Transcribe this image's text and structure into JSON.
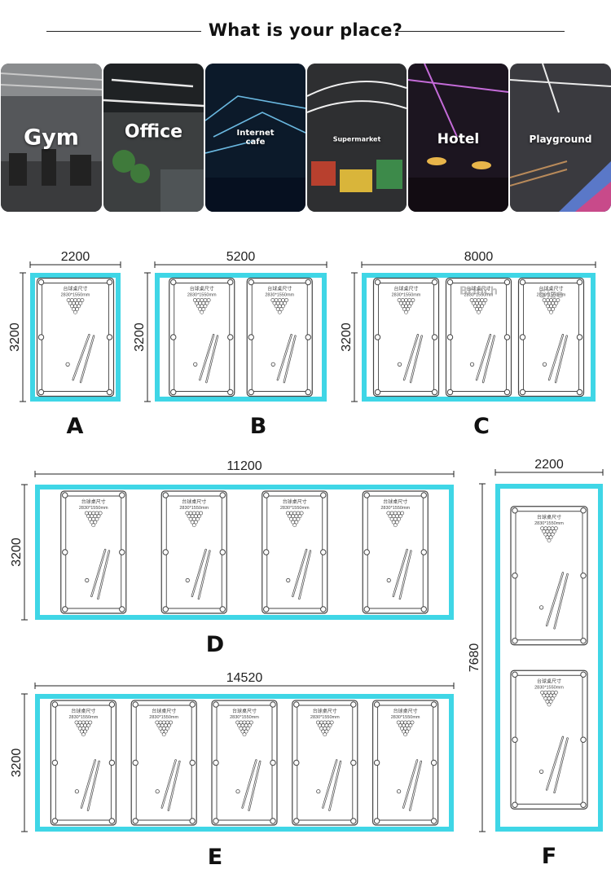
{
  "header": {
    "title": "What is your place?"
  },
  "places": [
    {
      "label": "Gym"
    },
    {
      "label": "Office"
    },
    {
      "label": "Internet\ncafe"
    },
    {
      "label": "Supermarket"
    },
    {
      "label": "Hotel"
    },
    {
      "label": "Playground"
    }
  ],
  "colors": {
    "frame": "#3fd6e6",
    "line": "#444444"
  },
  "table_text": {
    "line1": "台球桌尺寸",
    "line2": "2830*1550mm"
  },
  "watermark": {
    "line1": "Brinch",
    "line2": "Size"
  },
  "layouts": [
    {
      "letter": "A",
      "width": "2200",
      "height": "3200",
      "tables": 1,
      "orientation": "horizontal"
    },
    {
      "letter": "B",
      "width": "5200",
      "height": "3200",
      "tables": 2,
      "orientation": "horizontal"
    },
    {
      "letter": "C",
      "width": "8000",
      "height": "3200",
      "tables": 3,
      "orientation": "horizontal"
    },
    {
      "letter": "D",
      "width": "11200",
      "height": "3200",
      "tables": 4,
      "orientation": "horizontal"
    },
    {
      "letter": "E",
      "width": "14520",
      "height": "3200",
      "tables": 5,
      "orientation": "horizontal"
    },
    {
      "letter": "F",
      "width": "2200",
      "height": "7680",
      "tables": 2,
      "orientation": "vertical"
    }
  ]
}
